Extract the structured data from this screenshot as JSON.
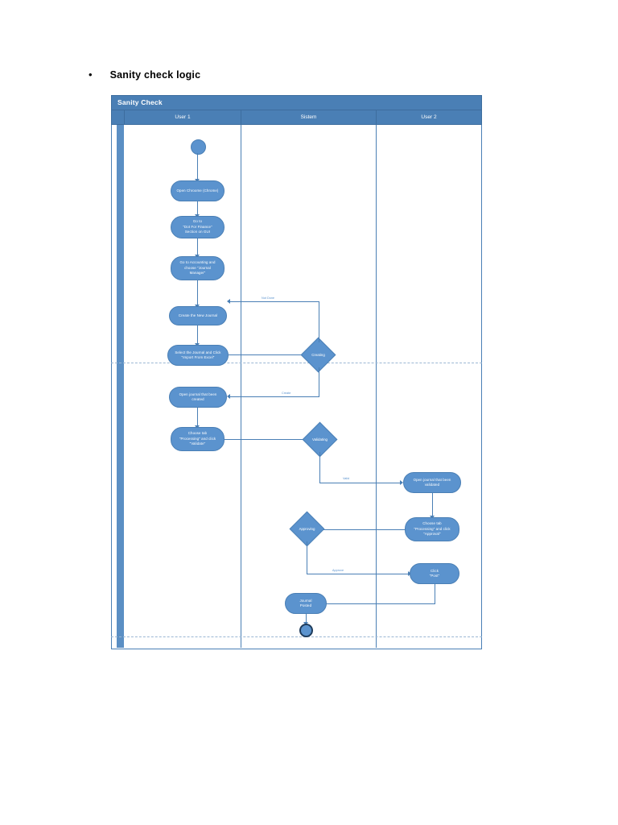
{
  "heading": {
    "bullet": "•",
    "text": "Sanity check logic"
  },
  "diagram": {
    "pool_title": "Sanity Check",
    "lanes": [
      {
        "id": "user1",
        "label": "User 1"
      },
      {
        "id": "sistem",
        "label": "Sistem"
      },
      {
        "id": "user2",
        "label": "User 2"
      }
    ],
    "nodes": {
      "start": {
        "type": "initial-node",
        "label": "",
        "lane": "user1"
      },
      "open_browser": {
        "type": "action",
        "label": "Open Chroome (Chrome)",
        "lane": "user1"
      },
      "goto_dot": {
        "type": "action",
        "label": "Go to\n\"Dot For Finance\"\nSection on GUI",
        "lane": "user1"
      },
      "goto_accounting": {
        "type": "action",
        "label": "Go to Accounting and\nchoose \"Journal\nManager\"",
        "lane": "user1"
      },
      "create_journal": {
        "type": "action",
        "label": "Create the New Journal",
        "lane": "user1"
      },
      "import_excel": {
        "type": "action",
        "label": "Select the Journal and Click\n\"Import From Excel\"",
        "lane": "user1"
      },
      "creating": {
        "type": "decision",
        "label": "Creating",
        "lane": "sistem"
      },
      "open_created": {
        "type": "action",
        "label": "Open journal that been\ncreated",
        "lane": "user1"
      },
      "click_validate": {
        "type": "action",
        "label": "Choose tab\n\"Processing\" and click\n\"Validate\"",
        "lane": "user1"
      },
      "validating": {
        "type": "decision",
        "label": "Validating",
        "lane": "sistem"
      },
      "open_validated": {
        "type": "action",
        "label": "Open journal that been\nvalidated",
        "lane": "user2"
      },
      "click_approval": {
        "type": "action",
        "label": "Choose tab\n\"Processing\" and click\n\"Approval\"",
        "lane": "user2"
      },
      "approving": {
        "type": "decision",
        "label": "Approving",
        "lane": "sistem"
      },
      "click_post": {
        "type": "action",
        "label": "Click\n\"Post\"",
        "lane": "user2"
      },
      "journal_posted": {
        "type": "action",
        "label": "Journal\nPosted",
        "lane": "sistem"
      },
      "end": {
        "type": "final-node",
        "label": "",
        "lane": "sistem"
      }
    },
    "edge_labels": {
      "not_done": "Not Done",
      "create": "Create",
      "valid": "Valid",
      "approve": "Approve"
    },
    "colors": {
      "header_blue": "#4a7fb5",
      "node_blue": "#5b93ce",
      "line_blue": "#4a7fb5",
      "label_blue": "#5b93ce",
      "end_ring": "#1f3c5c",
      "page_break": "#9bb7d4",
      "text_white": "#ffffff"
    }
  }
}
